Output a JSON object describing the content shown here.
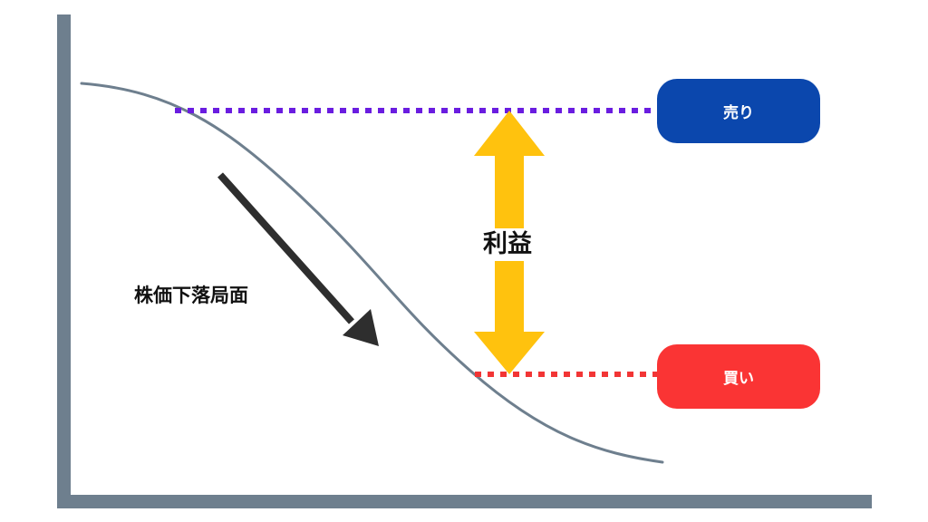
{
  "labels": {
    "phase": "株価下落局面",
    "profit": "利益",
    "sell": "売り",
    "buy": "買い"
  },
  "colors": {
    "axis": "#6e7f8e",
    "curve": "#6e7f8e",
    "sell_line": "#6a1de0",
    "sell_pill": "#0b47ad",
    "buy_line": "#f23535",
    "buy_pill": "#fa3434",
    "profit_arrow": "#ffc20e",
    "trend_arrow": "#2e2e2e"
  },
  "icons": {
    "profit_arrow": "double-headed-vertical-arrow",
    "trend_arrow": "diagonal-down-arrow"
  }
}
